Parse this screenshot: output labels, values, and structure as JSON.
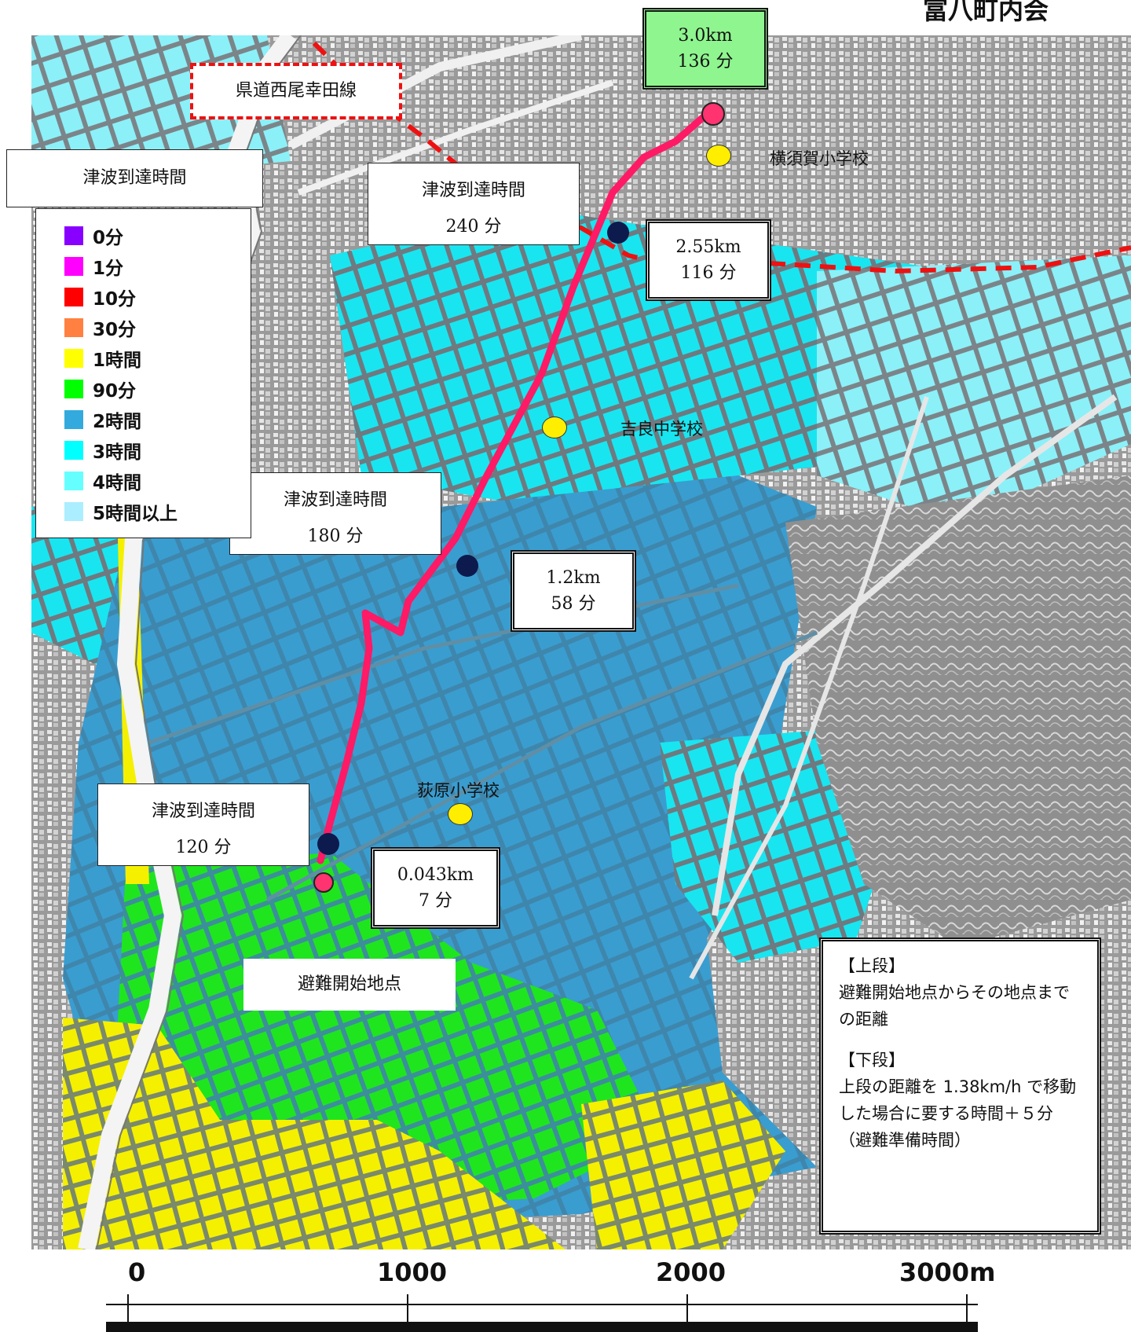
{
  "header": {
    "text": "富八町内会"
  },
  "road_label": "県道西尾幸田線",
  "legend": {
    "title": "津波到達時間",
    "items": [
      {
        "label": "0分",
        "color": "#8800ff"
      },
      {
        "label": "1分",
        "color": "#ff00ff"
      },
      {
        "label": "10分",
        "color": "#ff0000"
      },
      {
        "label": "30分",
        "color": "#ff8040"
      },
      {
        "label": "1時間",
        "color": "#ffff00"
      },
      {
        "label": "90分",
        "color": "#00ff00"
      },
      {
        "label": "2時間",
        "color": "#33aadd"
      },
      {
        "label": "3時間",
        "color": "#00ffff"
      },
      {
        "label": "4時間",
        "color": "#66ffff"
      },
      {
        "label": "5時間以上",
        "color": "#aaeeff"
      }
    ]
  },
  "tsunami_labels": [
    {
      "title": "津波到達時間",
      "value": "240 分"
    },
    {
      "title": "津波到達時間",
      "value": "180 分"
    },
    {
      "title": "津波到達時間",
      "value": "120 分"
    }
  ],
  "distance_markers": [
    {
      "distance": "3.0km",
      "time": "136 分"
    },
    {
      "distance": "2.55km",
      "time": "116 分"
    },
    {
      "distance": "1.2km",
      "time": "58 分"
    },
    {
      "distance": "0.043km",
      "time": "7 分"
    }
  ],
  "schools": [
    {
      "name": "横須賀小学校"
    },
    {
      "name": "吉良中学校"
    },
    {
      "name": "荻原小学校"
    }
  ],
  "start_label": "避難開始地点",
  "note": {
    "upper_heading": "【上段】",
    "upper_text": "避難開始地点からその地点までの距離",
    "lower_heading": "【下段】",
    "lower_text": "上段の距離を 1.38km/h で移動した場合に要する時間＋５分（避難準備時間）"
  },
  "scale": {
    "labels": [
      "0",
      "1000",
      "2000",
      "3000m"
    ]
  },
  "colors": {
    "route": "#ff1a66",
    "checkpoint": "#0d1a4d",
    "school": "#ffee00",
    "road": "#ee1111"
  }
}
